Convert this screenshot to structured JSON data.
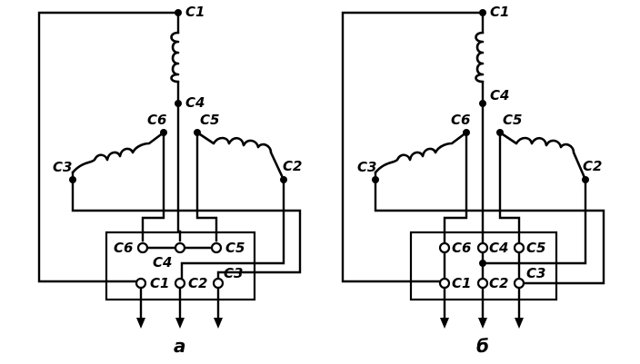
{
  "diagram_a": {
    "caption": "а",
    "labels": {
      "c1_top": "C1",
      "c4_mid": "C4",
      "c6_top": "C6",
      "c5_top": "C5",
      "c3_left": "C3",
      "c2_right": "C2",
      "box_c6": "C6",
      "box_c5": "C5",
      "box_c4": "C4",
      "box_c1": "C1",
      "box_c2": "C2",
      "box_c3": "C3"
    }
  },
  "diagram_b": {
    "caption": "б",
    "labels": {
      "c1_top": "C1",
      "c4_mid": "C4",
      "c6_top": "C6",
      "c5_top": "C5",
      "c3_left": "C3",
      "c2_right": "C2",
      "box_c6": "C6",
      "box_c4": "C4",
      "box_c5": "C5",
      "box_c1": "C1",
      "box_c2": "C2",
      "box_c3": "C3"
    }
  }
}
